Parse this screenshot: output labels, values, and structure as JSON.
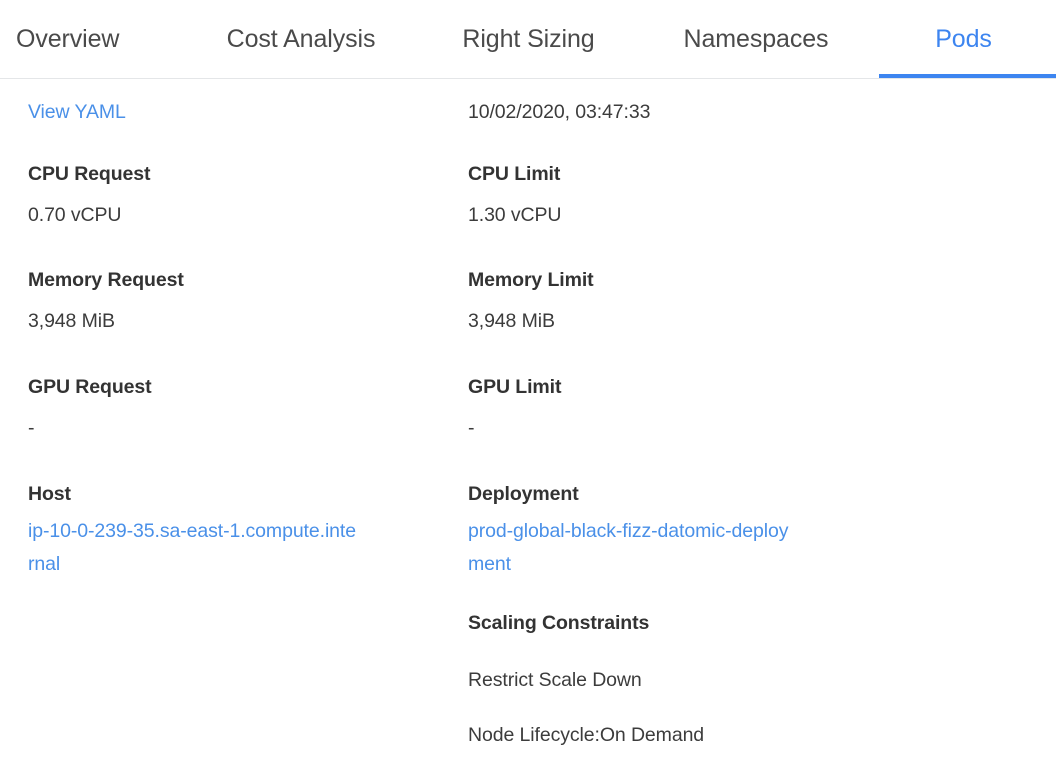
{
  "tabs": [
    {
      "label": "Overview",
      "active": false
    },
    {
      "label": "Cost Analysis",
      "active": false
    },
    {
      "label": "Right Sizing",
      "active": false
    },
    {
      "label": "Namespaces",
      "active": false
    },
    {
      "label": "Pods",
      "active": true
    }
  ],
  "colors": {
    "accent": "#3d85f0",
    "link": "#4a90e8",
    "label": "#333333",
    "value": "#3c3c3c",
    "border": "#e4e6e8",
    "background": "#ffffff"
  },
  "details": {
    "left": {
      "view_yaml_link": "View YAML",
      "cpu_request_label": "CPU Request",
      "cpu_request_value": "0.70 vCPU",
      "memory_request_label": "Memory Request",
      "memory_request_value": "3,948 MiB",
      "gpu_request_label": "GPU Request",
      "gpu_request_value": "-",
      "host_label": "Host",
      "host_value": "ip-10-0-239-35.sa-east-1.compute.internal"
    },
    "right": {
      "timestamp": "10/02/2020, 03:47:33",
      "cpu_limit_label": "CPU Limit",
      "cpu_limit_value": "1.30 vCPU",
      "memory_limit_label": "Memory Limit",
      "memory_limit_value": "3,948 MiB",
      "gpu_limit_label": "GPU Limit",
      "gpu_limit_value": "-",
      "deployment_label": "Deployment",
      "deployment_value": "prod-global-black-fizz-datomic-deployment",
      "scaling_constraints_label": "Scaling Constraints",
      "scaling_constraint_1": "Restrict Scale Down",
      "scaling_constraint_2": "Node Lifecycle:On Demand"
    }
  }
}
